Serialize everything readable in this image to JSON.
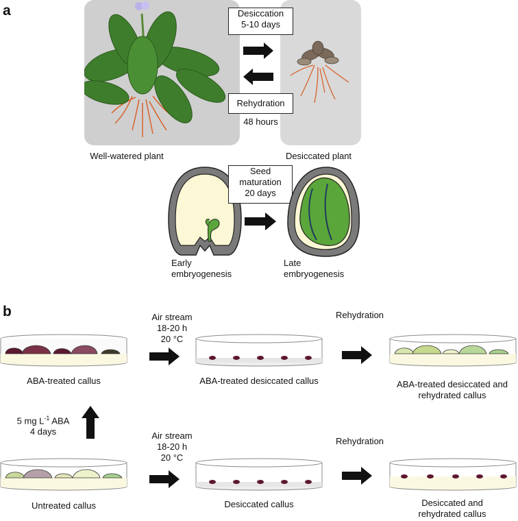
{
  "panel_a": {
    "letter": "a",
    "desiccation_box": [
      "Desiccation",
      "5-10 days"
    ],
    "rehydration_box": "Rehydration",
    "rehydration_time": "48 hours",
    "well_watered_label": "Well-watered plant",
    "desiccated_label": "Desiccated plant",
    "seed_box": [
      "Seed",
      "maturation",
      "20 days"
    ],
    "early_label": [
      "Early",
      "embryogenesis"
    ],
    "late_label": [
      "Late",
      "embryogenesis"
    ]
  },
  "panel_b": {
    "letter": "b",
    "air_stream_top": [
      "Air stream",
      "18-20 h",
      "20 °C"
    ],
    "rehydration_top": "Rehydration",
    "aba_callus": "ABA-treated callus",
    "aba_desiccated": "ABA-treated desiccated callus",
    "aba_rehydrated": [
      "ABA-treated desiccated and",
      "rehydrated callus"
    ],
    "aba_treatment": [
      "5 mg L",
      "-1",
      " ABA",
      "4 days"
    ],
    "air_stream_bottom": [
      "Air stream",
      "18-20 h",
      "20 °C"
    ],
    "rehydration_bottom": "Rehydration",
    "untreated_callus": "Untreated callus",
    "desiccated_callus": "Desiccated callus",
    "desiccated_rehydrated": [
      "Desiccated and",
      "rehydrated callus"
    ]
  },
  "colors": {
    "photo_bg": "#c9c9c9",
    "leaf_green": "#3e7d2c",
    "root_orange": "#d9612a",
    "seed_coat": "#7a7a7a",
    "endosperm": "#fcf7d4",
    "embryo_green": "#5aa63a",
    "medium": "#fbf8e1",
    "callus_purple": "#5c1731",
    "callus_green": "#a8d08d"
  }
}
